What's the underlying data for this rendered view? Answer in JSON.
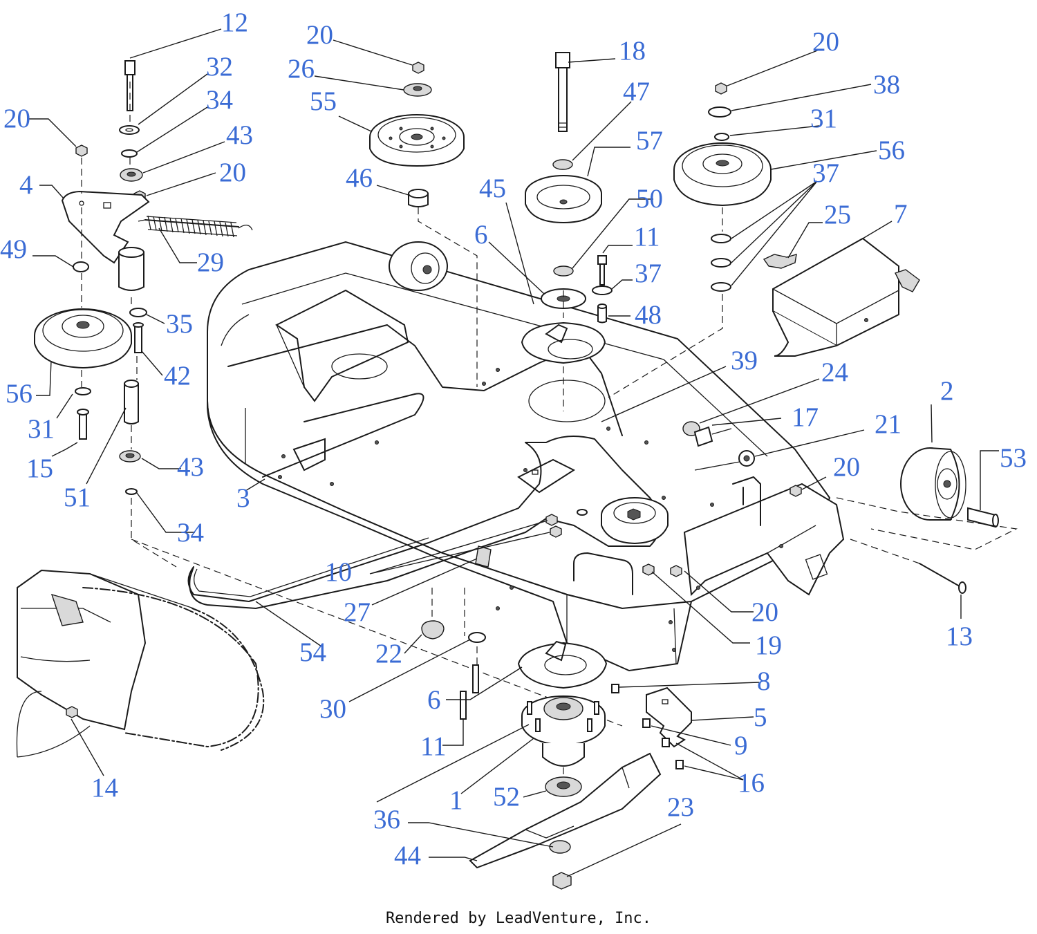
{
  "diagram": {
    "callouts": [
      {
        "id": "c12",
        "label": "12"
      },
      {
        "id": "c20a",
        "label": "20"
      },
      {
        "id": "c26",
        "label": "26"
      },
      {
        "id": "c18",
        "label": "18"
      },
      {
        "id": "c20b",
        "label": "20"
      },
      {
        "id": "c32",
        "label": "32"
      },
      {
        "id": "c55",
        "label": "55"
      },
      {
        "id": "c38",
        "label": "38"
      },
      {
        "id": "c34a",
        "label": "34"
      },
      {
        "id": "c47",
        "label": "47"
      },
      {
        "id": "c31a",
        "label": "31"
      },
      {
        "id": "c20c",
        "label": "20"
      },
      {
        "id": "c43a",
        "label": "43"
      },
      {
        "id": "c57",
        "label": "57"
      },
      {
        "id": "c56a",
        "label": "56"
      },
      {
        "id": "c20d",
        "label": "20"
      },
      {
        "id": "c4",
        "label": "4"
      },
      {
        "id": "c46",
        "label": "46"
      },
      {
        "id": "c37a",
        "label": "37"
      },
      {
        "id": "c45",
        "label": "45"
      },
      {
        "id": "c50",
        "label": "50"
      },
      {
        "id": "c25",
        "label": "25"
      },
      {
        "id": "c7",
        "label": "7"
      },
      {
        "id": "c6a",
        "label": "6"
      },
      {
        "id": "c11a",
        "label": "11"
      },
      {
        "id": "c49",
        "label": "49"
      },
      {
        "id": "c29",
        "label": "29"
      },
      {
        "id": "c37b",
        "label": "37"
      },
      {
        "id": "c48",
        "label": "48"
      },
      {
        "id": "c35",
        "label": "35"
      },
      {
        "id": "c39",
        "label": "39"
      },
      {
        "id": "c42",
        "label": "42"
      },
      {
        "id": "c24",
        "label": "24"
      },
      {
        "id": "c56b",
        "label": "56"
      },
      {
        "id": "c2",
        "label": "2"
      },
      {
        "id": "c17",
        "label": "17"
      },
      {
        "id": "c31b",
        "label": "31"
      },
      {
        "id": "c21",
        "label": "21"
      },
      {
        "id": "c53",
        "label": "53"
      },
      {
        "id": "c15",
        "label": "15"
      },
      {
        "id": "c43b",
        "label": "43"
      },
      {
        "id": "c20e",
        "label": "20"
      },
      {
        "id": "c51",
        "label": "51"
      },
      {
        "id": "c3",
        "label": "3"
      },
      {
        "id": "c34b",
        "label": "34"
      },
      {
        "id": "c10",
        "label": "10"
      },
      {
        "id": "c20f",
        "label": "20"
      },
      {
        "id": "c27",
        "label": "27"
      },
      {
        "id": "c13",
        "label": "13"
      },
      {
        "id": "c19",
        "label": "19"
      },
      {
        "id": "c54",
        "label": "54"
      },
      {
        "id": "c22",
        "label": "22"
      },
      {
        "id": "c8",
        "label": "8"
      },
      {
        "id": "c30",
        "label": "30"
      },
      {
        "id": "c6b",
        "label": "6"
      },
      {
        "id": "c5",
        "label": "5"
      },
      {
        "id": "c11b",
        "label": "11"
      },
      {
        "id": "c9",
        "label": "9"
      },
      {
        "id": "c16",
        "label": "16"
      },
      {
        "id": "c14",
        "label": "14"
      },
      {
        "id": "c1",
        "label": "1"
      },
      {
        "id": "c52",
        "label": "52"
      },
      {
        "id": "c23",
        "label": "23"
      },
      {
        "id": "c36",
        "label": "36"
      },
      {
        "id": "c44",
        "label": "44"
      }
    ]
  },
  "footer": {
    "text": "Rendered by LeadVenture, Inc."
  }
}
